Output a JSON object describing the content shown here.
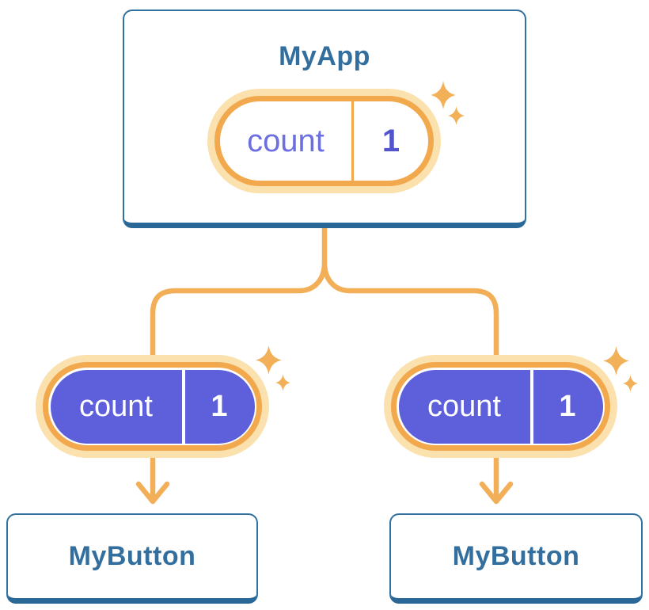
{
  "diagram": {
    "root": {
      "title": "MyApp",
      "state": {
        "label": "count",
        "value": "1"
      }
    },
    "children": [
      {
        "title": "MyButton",
        "state": {
          "label": "count",
          "value": "1"
        }
      },
      {
        "title": "MyButton",
        "state": {
          "label": "count",
          "value": "1"
        }
      }
    ]
  },
  "icons": {
    "sparkle": "four-point-star"
  },
  "colors": {
    "card_border": "#30719F",
    "card_edge": "#2A6897",
    "card_text": "#336F9E",
    "connector": "#F2AF57",
    "pill_ring": "#F2A94D",
    "pill_glow": "#FBE1AE",
    "pill_fill": "#5D5FDB",
    "pill_text": "#6C6FE0",
    "pill_value_text": "#5254CE",
    "sparkle": "#F2B159"
  }
}
